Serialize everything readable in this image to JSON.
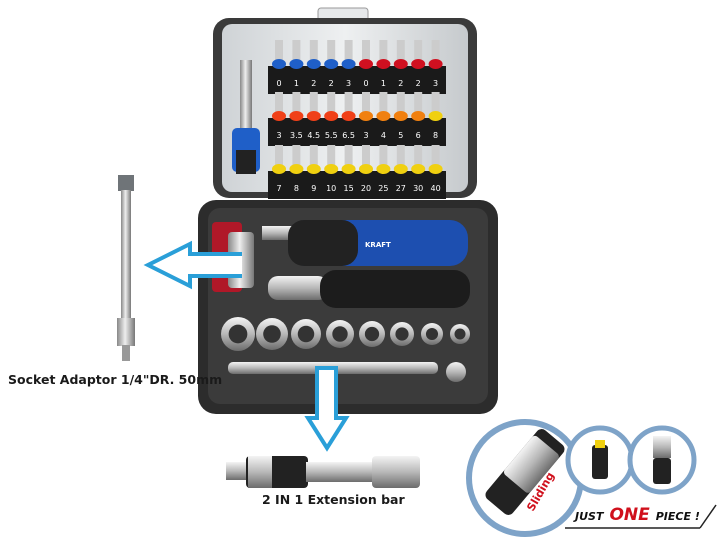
{
  "labels": {
    "socket_adaptor": "Socket Adaptor 1/4\"DR. 50mm",
    "extension_bar": "2 IN 1 Extension bar",
    "sliding": "Sliding",
    "just": "JUST",
    "one": "ONE",
    "piece": "PIECE !"
  },
  "brand": "KRAFT",
  "bits": {
    "row1": [
      "0",
      "1",
      "2",
      "2",
      "3",
      "0",
      "1",
      "2",
      "2",
      "3"
    ],
    "row2": [
      "3",
      "3.5",
      "4.5",
      "5.5",
      "6.5",
      "3",
      "4",
      "5",
      "6",
      "8"
    ],
    "row3": [
      "7",
      "8",
      "9",
      "10",
      "15",
      "20",
      "25",
      "27",
      "30",
      "40"
    ]
  },
  "colors": {
    "arrow": "#2a9fd8",
    "blue_bit": "#1f5fc8",
    "red_bit": "#d01020",
    "orange_red_bit": "#f04018",
    "orange_bit": "#f08010",
    "yellow_bit": "#f0d010",
    "accent_red": "#d0101c"
  }
}
